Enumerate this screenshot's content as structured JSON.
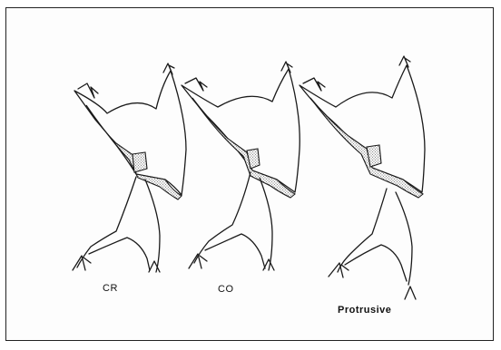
{
  "labels": {
    "cr": "CR",
    "co": "CO",
    "protrusive": "Protrusive"
  },
  "colors": {
    "line": "#1a1a1a",
    "stipple": "#333333",
    "background": "#fdfdfd"
  }
}
